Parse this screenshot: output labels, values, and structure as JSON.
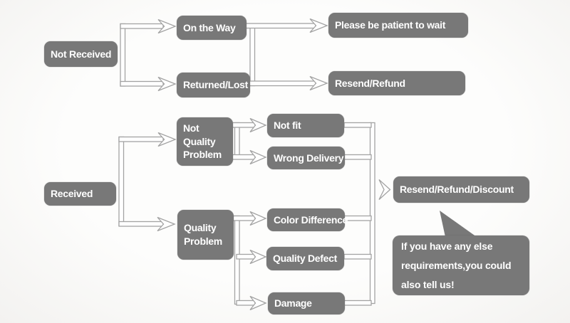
{
  "colors": {
    "node_fill": "#787878",
    "node_text": "#ffffff",
    "wire_stroke": "#a3a3a3",
    "background": "#fcfbfa"
  },
  "nodes": {
    "not_received": "Not Received",
    "on_the_way": "On the Way",
    "returned_lost": "Returned/Lost",
    "please_wait": "Please be patient to wait",
    "resend_refund": "Resend/Refund",
    "received": "Received",
    "not_quality_problem": "Not Quality Problem",
    "quality_problem": "Quality Problem",
    "not_fit": "Not fit",
    "wrong_delivery": "Wrong Delivery",
    "color_difference": "Color Difference",
    "quality_defect": "Quality Defect",
    "damage": "Damage",
    "resend_refund_discount": "Resend/Refund/Discount"
  },
  "note": {
    "lines": [
      "If you have any else",
      "requirements,you could",
      "also tell us!"
    ]
  },
  "edges": [
    [
      "not_received",
      "on_the_way"
    ],
    [
      "not_received",
      "returned_lost"
    ],
    [
      "on_the_way",
      "please_wait"
    ],
    [
      "returned_lost",
      "resend_refund"
    ],
    [
      "received",
      "not_quality_problem"
    ],
    [
      "received",
      "quality_problem"
    ],
    [
      "not_quality_problem",
      "not_fit"
    ],
    [
      "not_quality_problem",
      "wrong_delivery"
    ],
    [
      "quality_problem",
      "color_difference"
    ],
    [
      "quality_problem",
      "quality_defect"
    ],
    [
      "quality_problem",
      "damage"
    ],
    [
      "not_fit",
      "resend_refund_discount"
    ],
    [
      "wrong_delivery",
      "resend_refund_discount"
    ],
    [
      "color_difference",
      "resend_refund_discount"
    ],
    [
      "quality_defect",
      "resend_refund_discount"
    ],
    [
      "damage",
      "resend_refund_discount"
    ]
  ]
}
